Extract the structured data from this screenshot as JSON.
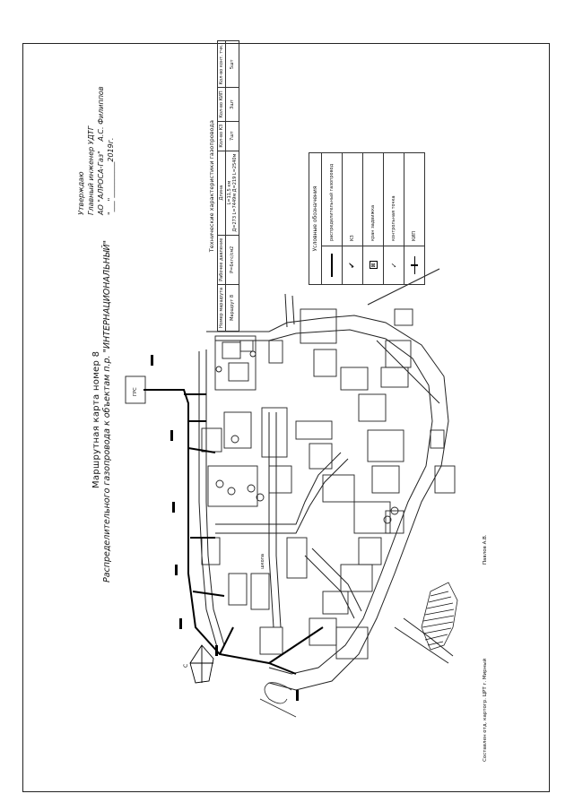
{
  "map": {
    "title": "Маршрутная карта номер 8",
    "subtitle": "Распределительного газопровода к объектам п.р. \"ИНТЕРНАЦИОНАЛЬНЫЙ\"",
    "approval": {
      "line1": "Утверждаю",
      "line2": "Главный инженер УДТГ",
      "line3": "АО \"АЛРОСА-Газ\"",
      "signer": "А.С. Филиппов",
      "date_line": "\"___\"__________2019г."
    },
    "tech_table": {
      "title": "Технические характеристики газопровода",
      "headers": [
        "Номер маршрута",
        "Рабочее давление",
        "Длина",
        "Кол-во КЗ",
        "Кол-во КИП",
        "Кол-во конт. тчк."
      ],
      "row": [
        "Маршрут 8",
        "Р=6кгс/см2",
        "L=11,5 км",
        "Д=273 L=7449м Д=219 L=2540м",
        "7шт",
        "3шт",
        "5шт"
      ]
    },
    "legend": {
      "title": "Условные обозначения",
      "items": [
        {
          "icon": "pipeline-line-icon",
          "label": "распределительный газопровод"
        },
        {
          "icon": "kz-check-icon",
          "label": "КЗ"
        },
        {
          "icon": "valve-box-icon",
          "label": "кран задвижка"
        },
        {
          "icon": "control-point-icon",
          "label": "контрольная точка"
        },
        {
          "icon": "kip-marker-icon",
          "label": "КИП"
        }
      ]
    },
    "footer": {
      "left": "Составлен отд. картогр. ЦРТ г. Мирный",
      "right": "Павлов А.В."
    },
    "labels": {
      "gas_station": "ГРС",
      "school": "школа",
      "north_arrow": "С"
    }
  }
}
